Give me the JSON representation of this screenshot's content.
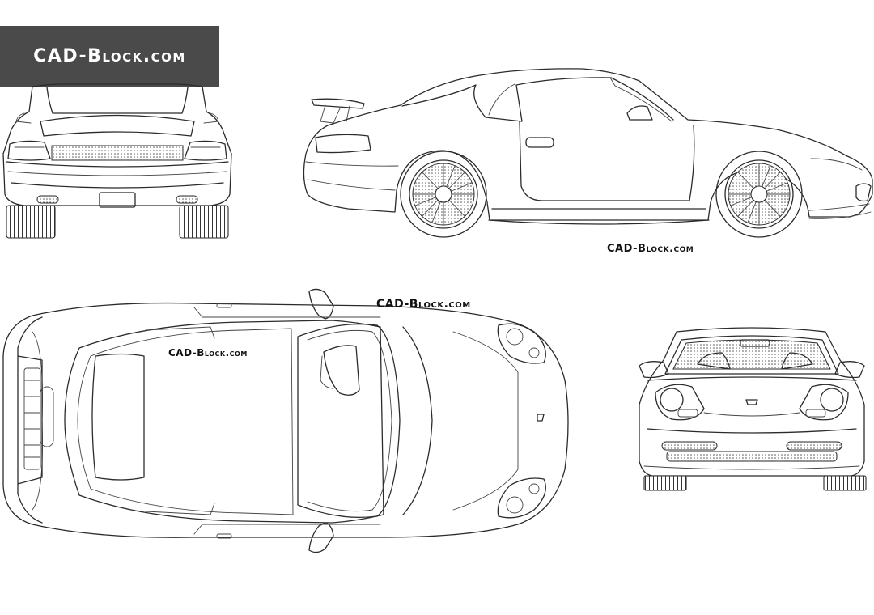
{
  "logo": {
    "text": "CAD-Block.com"
  },
  "watermarks": {
    "side_view": "CAD-Block.com",
    "top_view_right": "CAD-Block.com",
    "top_view_cabin": "CAD-Block.com"
  },
  "colors": {
    "logo_background": "#4a4a4a",
    "logo_text": "#ffffff",
    "line": "#2b2b2b"
  }
}
